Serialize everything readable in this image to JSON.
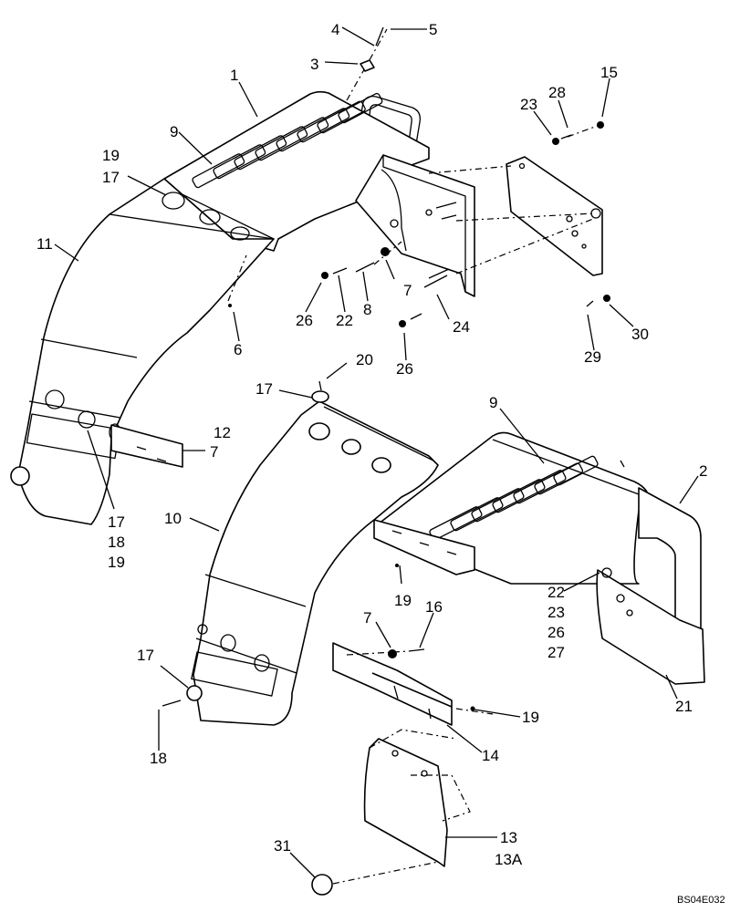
{
  "figure_code": "BS04E032",
  "callouts": [
    {
      "id": "c1",
      "text": "1"
    },
    {
      "id": "c2",
      "text": "2"
    },
    {
      "id": "c3",
      "text": "3"
    },
    {
      "id": "c4",
      "text": "4"
    },
    {
      "id": "c5",
      "text": "5"
    },
    {
      "id": "c6",
      "text": "6"
    },
    {
      "id": "c7a",
      "text": "7"
    },
    {
      "id": "c7b",
      "text": "7"
    },
    {
      "id": "c7c",
      "text": "7"
    },
    {
      "id": "c8",
      "text": "8"
    },
    {
      "id": "c9a",
      "text": "9"
    },
    {
      "id": "c9b",
      "text": "9"
    },
    {
      "id": "c10",
      "text": "10"
    },
    {
      "id": "c11",
      "text": "11"
    },
    {
      "id": "c12",
      "text": "12"
    },
    {
      "id": "c13",
      "text": "13"
    },
    {
      "id": "c13a",
      "text": "13A"
    },
    {
      "id": "c14",
      "text": "14"
    },
    {
      "id": "c15",
      "text": "15"
    },
    {
      "id": "c16",
      "text": "16"
    },
    {
      "id": "c17a",
      "text": "17"
    },
    {
      "id": "c17b",
      "text": "17"
    },
    {
      "id": "c17c",
      "text": "17"
    },
    {
      "id": "c17d",
      "text": "17"
    },
    {
      "id": "c18a",
      "text": "18"
    },
    {
      "id": "c18b",
      "text": "18"
    },
    {
      "id": "c19a",
      "text": "19"
    },
    {
      "id": "c19b",
      "text": "19"
    },
    {
      "id": "c19c",
      "text": "19"
    },
    {
      "id": "c19d",
      "text": "19"
    },
    {
      "id": "c20",
      "text": "20"
    },
    {
      "id": "c21",
      "text": "21"
    },
    {
      "id": "c22a",
      "text": "22"
    },
    {
      "id": "c22b",
      "text": "22"
    },
    {
      "id": "c23a",
      "text": "23"
    },
    {
      "id": "c23b",
      "text": "23"
    },
    {
      "id": "c24",
      "text": "24"
    },
    {
      "id": "c26a",
      "text": "26"
    },
    {
      "id": "c26b",
      "text": "26"
    },
    {
      "id": "c26c",
      "text": "26"
    },
    {
      "id": "c27",
      "text": "27"
    },
    {
      "id": "c28",
      "text": "28"
    },
    {
      "id": "c29",
      "text": "29"
    },
    {
      "id": "c30",
      "text": "30"
    },
    {
      "id": "c31",
      "text": "31"
    }
  ]
}
